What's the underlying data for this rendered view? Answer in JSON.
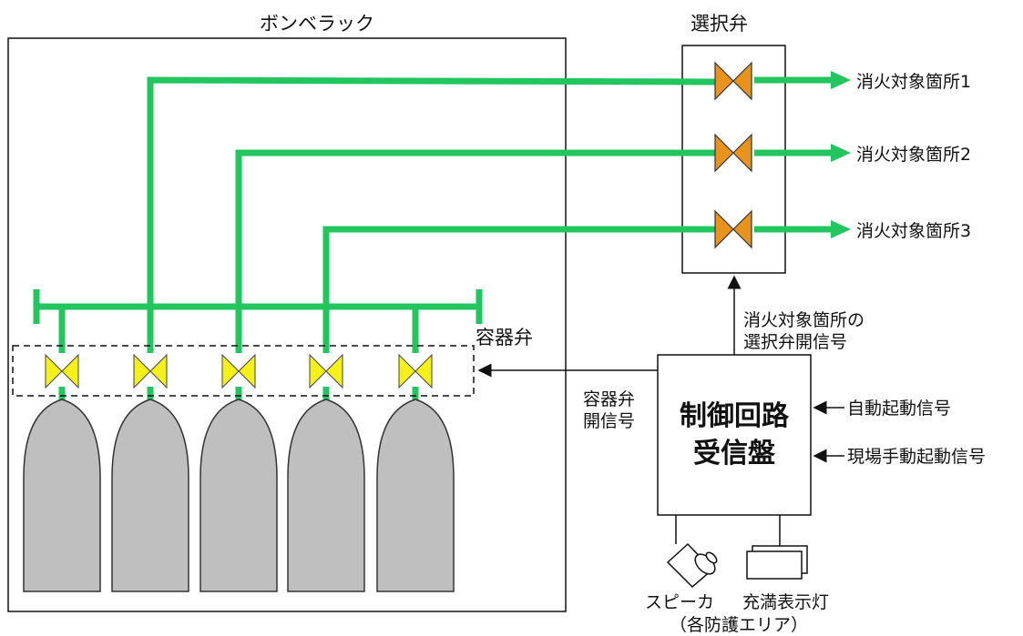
{
  "rack_label": "ボンベラック",
  "selector_label": "選択弁",
  "container_valve_label": "容器弁",
  "targets": [
    "消火対象箇所1",
    "消火対象箇所2",
    "消火対象箇所3"
  ],
  "selector_signal_lines": [
    "消火対象箇所の",
    "選択弁開信号"
  ],
  "container_signal_lines": [
    "容器弁",
    "開信号"
  ],
  "control_panel_lines": [
    "制御回路",
    "受信盤"
  ],
  "input_signals": [
    "自動起動信号",
    "現場手動起動信号"
  ],
  "speaker_label": "スピーカ",
  "full_lamp_label": "充満表示灯",
  "protection_area_label": "（各防護エリア）",
  "colors": {
    "pipe": "#22c55e",
    "selector_valve": "#e8931e",
    "container_valve": "#f5f01a",
    "cylinder": "#bfbfbf",
    "line": "#111111"
  }
}
